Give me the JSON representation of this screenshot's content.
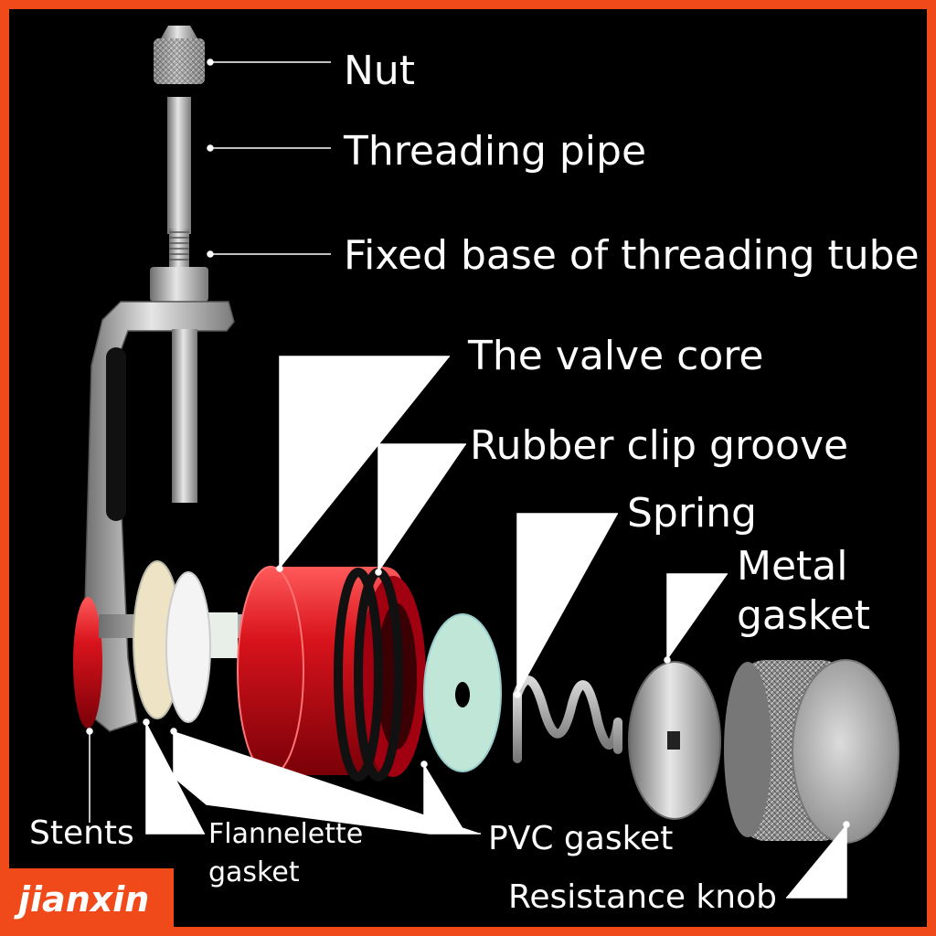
{
  "labels": {
    "nut": "Nut",
    "threading_pipe": "Threading pipe",
    "fixed_base": "Fixed base of threading tube",
    "valve_core": "The valve core",
    "rubber_clip_groove": "Rubber clip groove",
    "spring": "Spring",
    "metal_gasket_line1": "Metal",
    "metal_gasket_line2": "gasket",
    "stents": "Stents",
    "flannelette_line1": "Flannelette",
    "flannelette_line2": "gasket",
    "pvc_gasket": "PVC gasket",
    "resistance_knob": "Resistance knob"
  },
  "brand": "jianxin",
  "colors": {
    "frame": "#f04a1a",
    "background": "#000000",
    "valve_red": "#d8131c",
    "pvc_green": "#bfe6d6",
    "steel": "#b9b9b9",
    "felt": "#f2ead2"
  }
}
